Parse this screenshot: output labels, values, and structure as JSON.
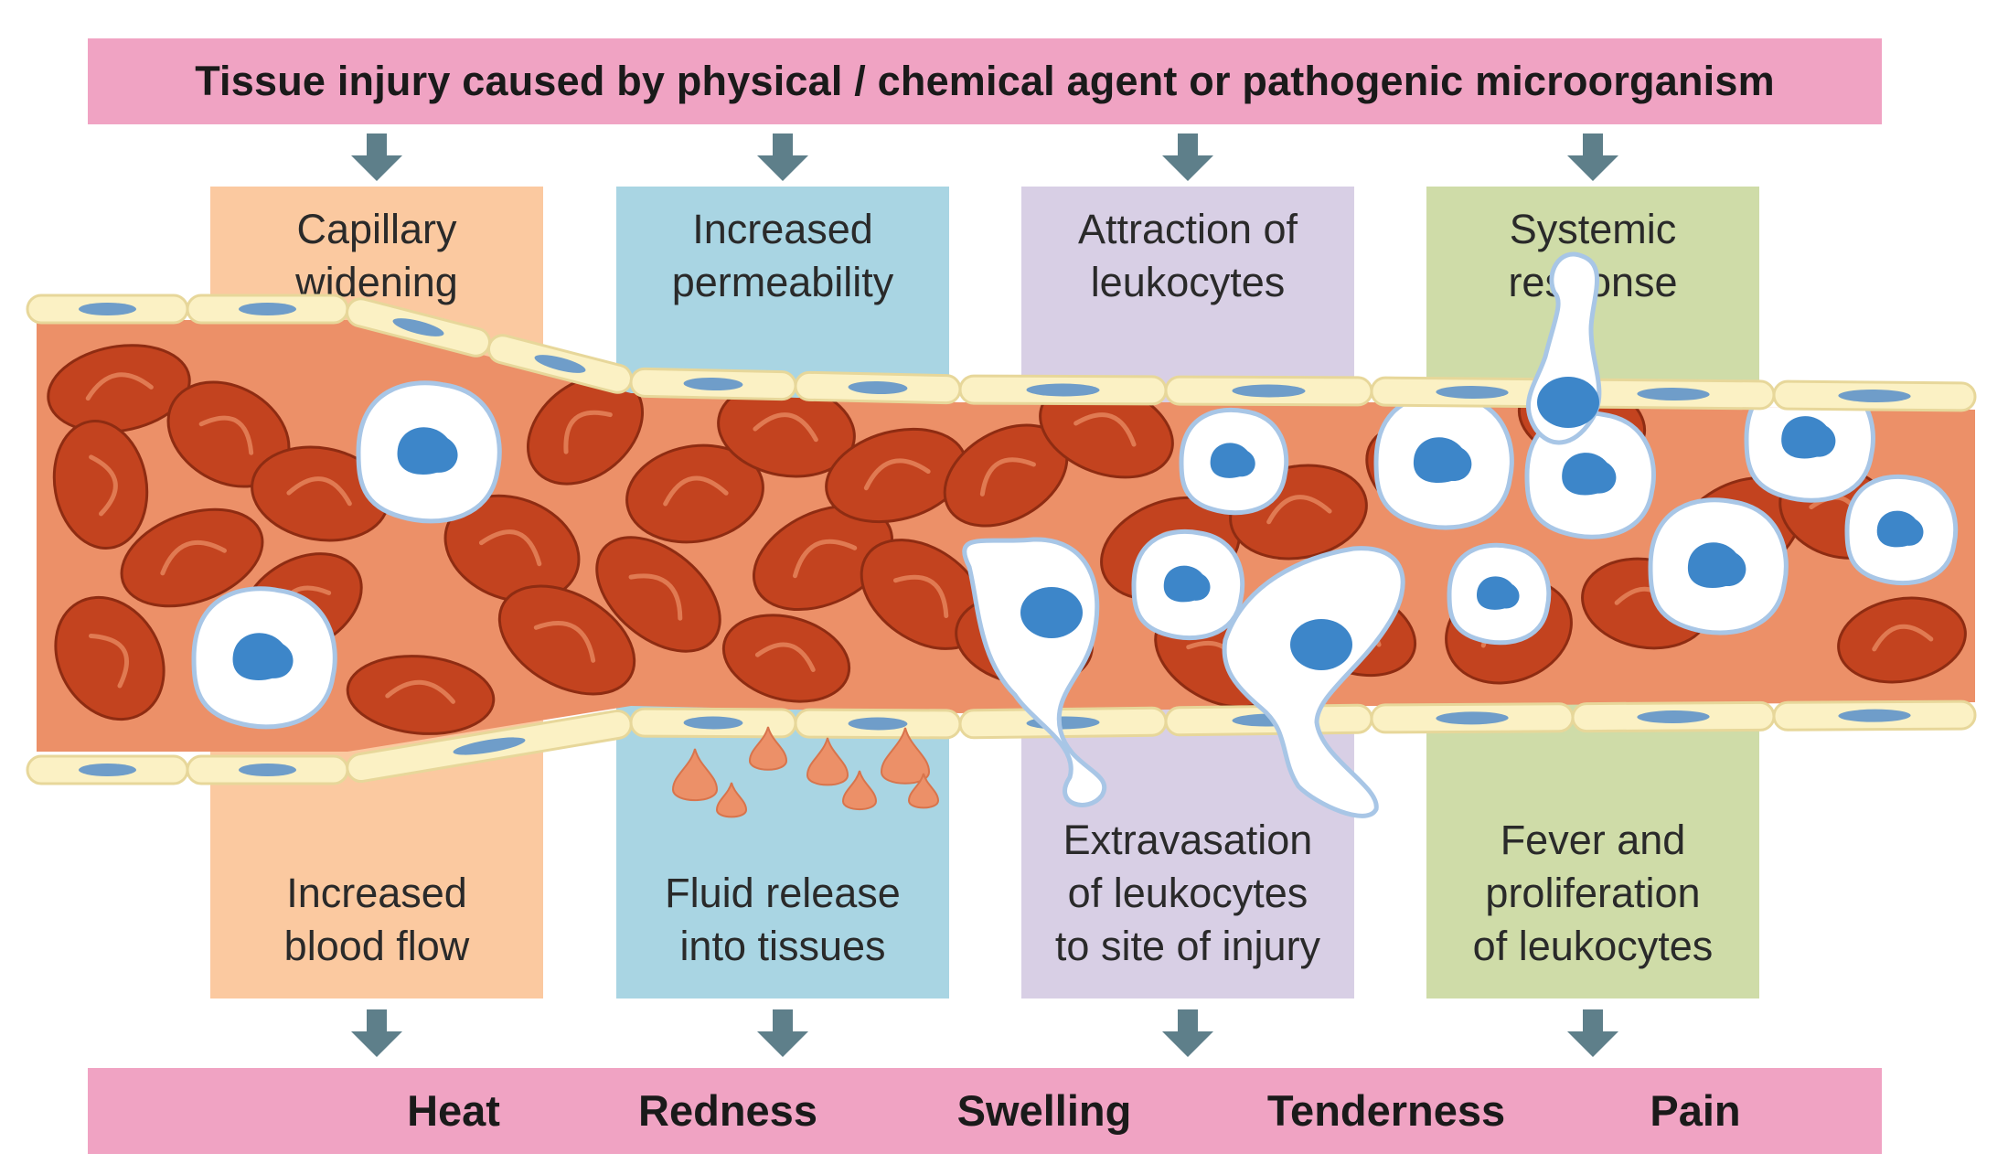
{
  "top_banner": {
    "text": "Tissue injury caused by physical / chemical agent or pathogenic microorganism"
  },
  "columns": [
    {
      "top": [
        "Capillary",
        "widening"
      ],
      "bottom": [
        "Increased",
        "blood flow"
      ],
      "color": "#fbc9a0"
    },
    {
      "top": [
        "Increased",
        "permeability"
      ],
      "bottom": [
        "Fluid release",
        "into tissues"
      ],
      "color": "#a9d5e3"
    },
    {
      "top": [
        "Attraction of",
        "leukocytes"
      ],
      "bottom": [
        "Extravasation",
        "of leukocytes",
        "to site of injury"
      ],
      "color": "#d8cfe5"
    },
    {
      "top": [
        "Systemic",
        "response"
      ],
      "bottom": [
        "Fever and",
        "proliferation",
        "of leukocytes"
      ],
      "color": "#cfdca8"
    }
  ],
  "signs": [
    "Heat",
    "Redness",
    "Swelling",
    "Tenderness",
    "Pain"
  ],
  "colors": {
    "banner": "#f0a3c3",
    "arrow": "#5e7f8a",
    "plasma": "#ec9068",
    "red_blood_cell": "#c3431f",
    "endothelium": "#fbf1c4",
    "leukocyte_nucleus": "#3d86c9",
    "fluid_drop": "#ec9068"
  }
}
